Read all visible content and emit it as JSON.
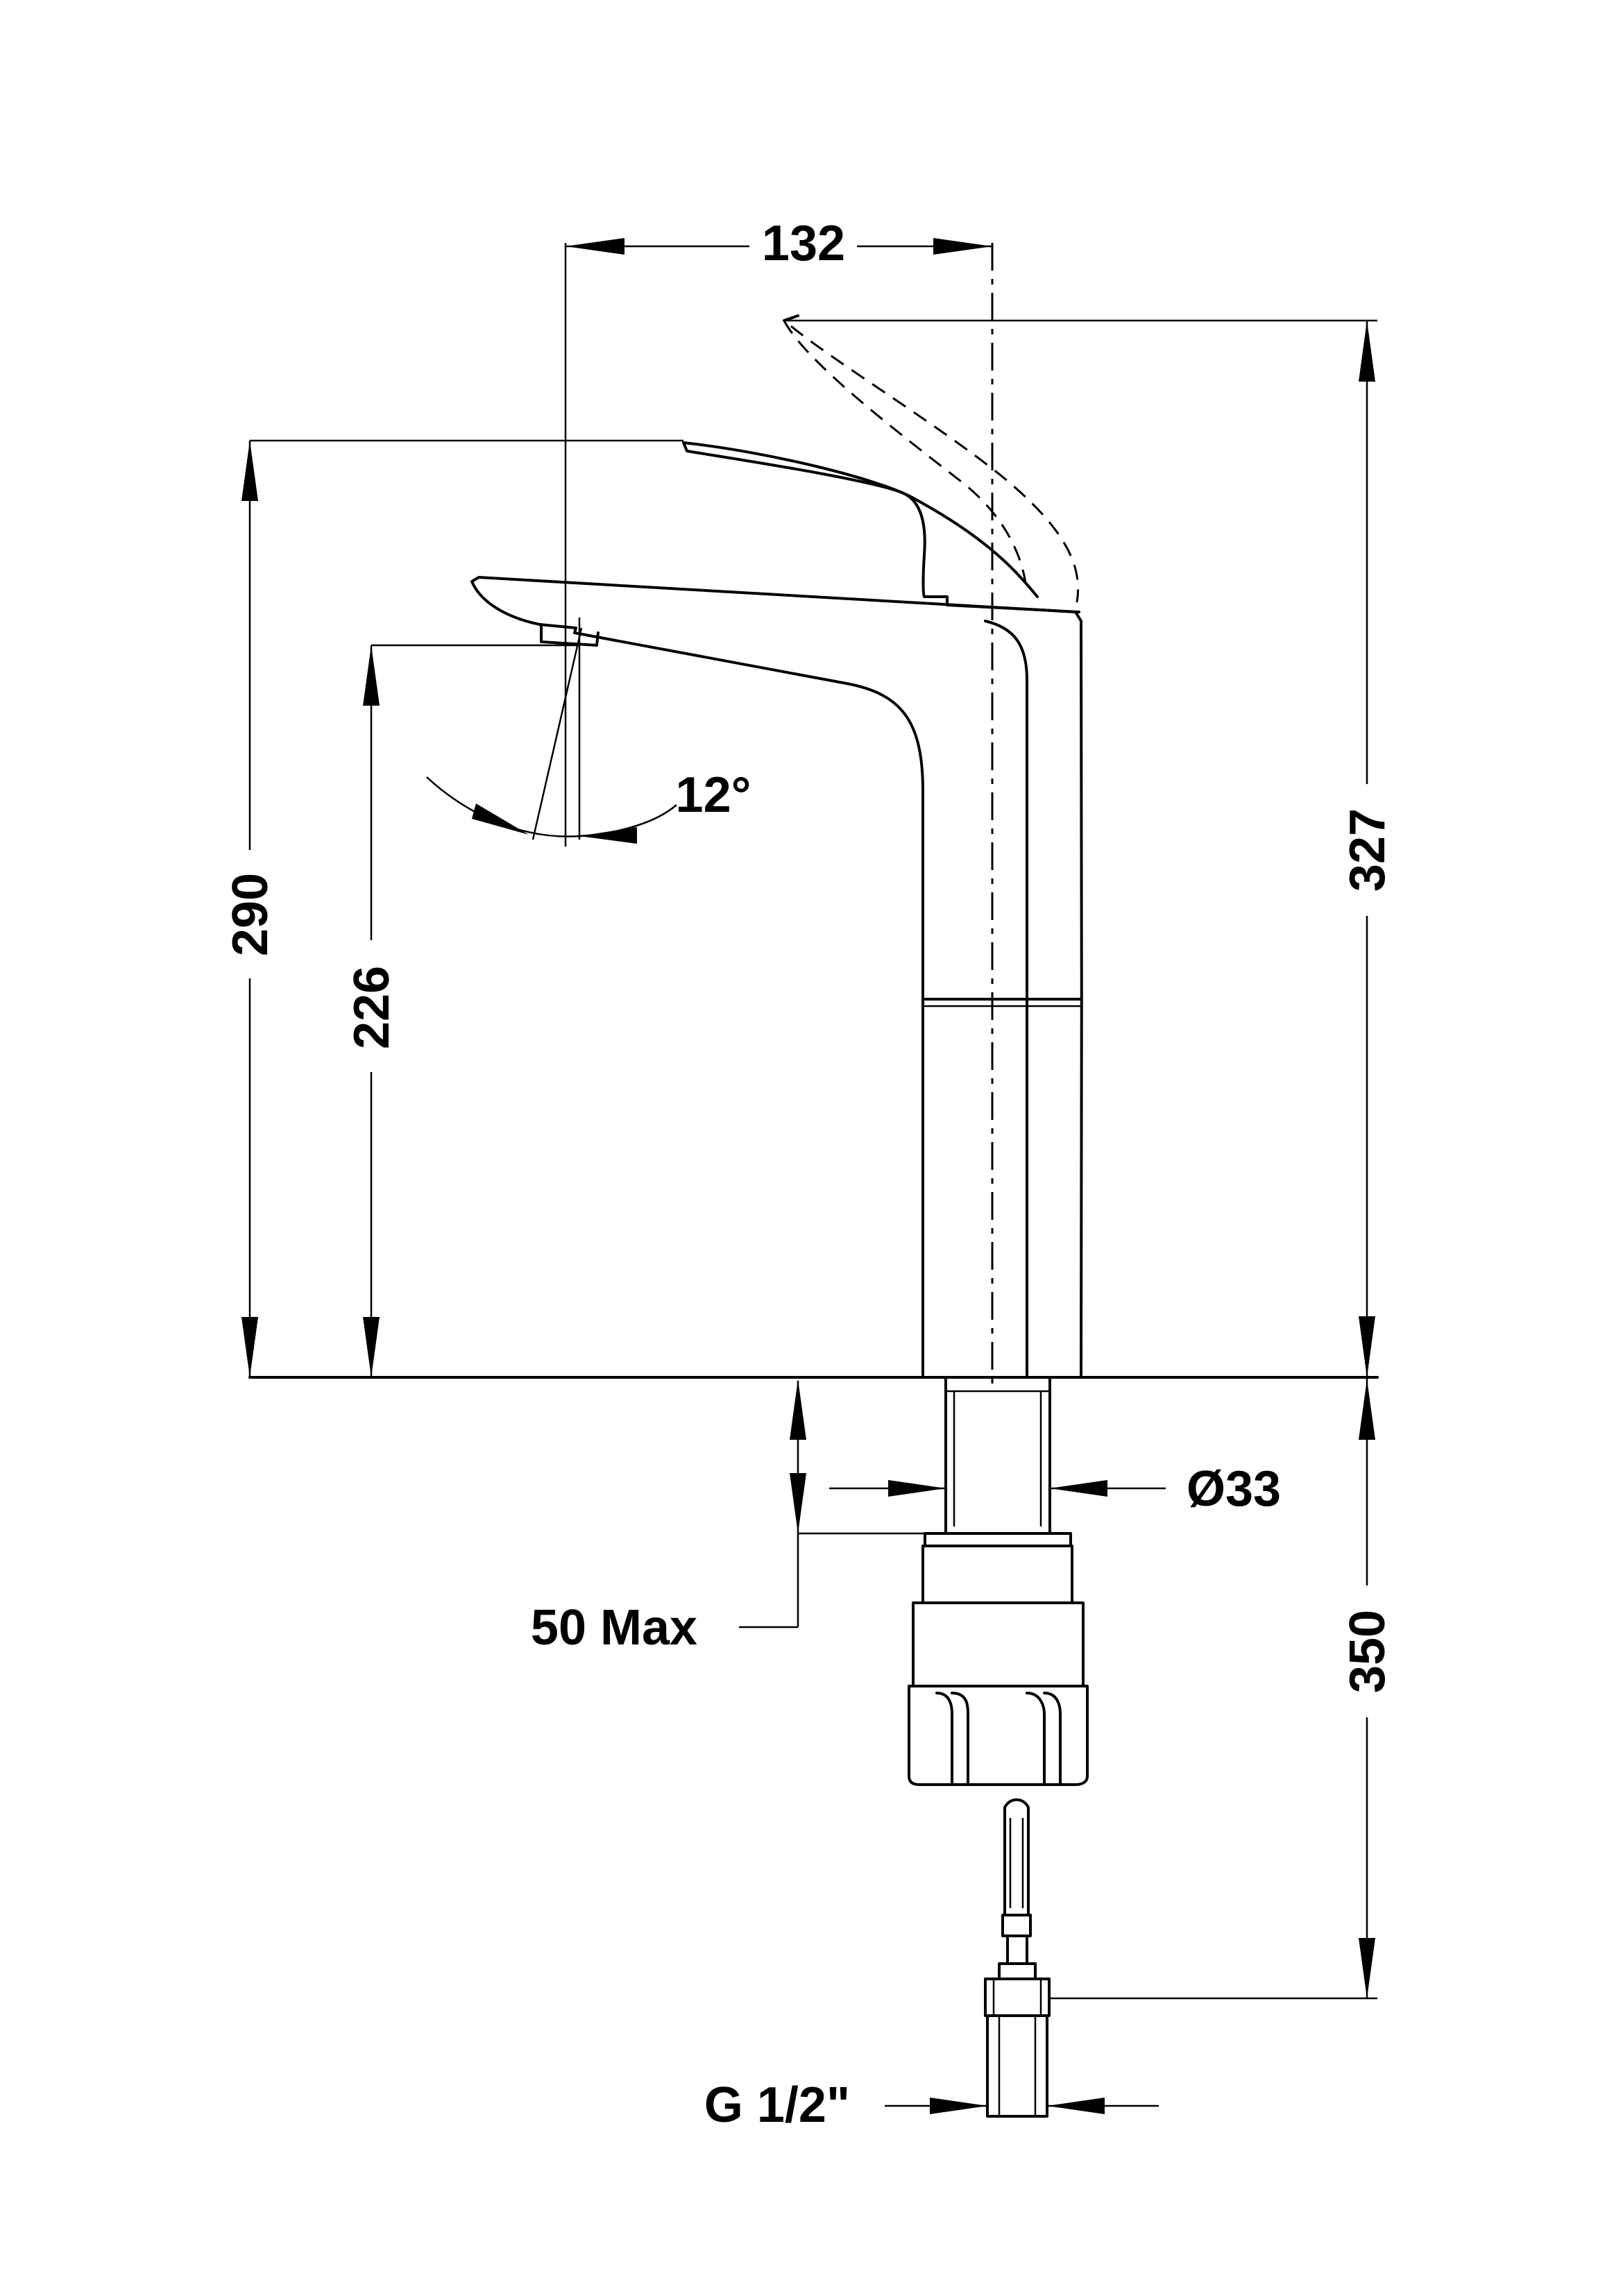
{
  "labels": {
    "spout_width": "132",
    "spout_angle": "12°",
    "height_total": "290",
    "height_spout": "226",
    "height_lever_open": "327",
    "body_diameter": "Ø33",
    "deck_thickness": "50 Max",
    "hose_length": "350",
    "thread": "G 1/2\""
  }
}
